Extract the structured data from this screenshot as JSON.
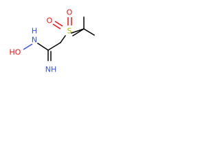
{
  "molecule": {
    "atoms": {
      "sulfur": "S",
      "oxygen_left": "O",
      "oxygen_right": "O",
      "hydroxyl": "HO",
      "amine_n": "N",
      "hydroxyl_h": "H",
      "imine": "NH",
      "imine_h": "H"
    },
    "colors": {
      "carbon": "#000000",
      "oxygen": "#ff0d0d",
      "nitrogen": "#3050f8",
      "sulfur": "#b2b200"
    }
  }
}
